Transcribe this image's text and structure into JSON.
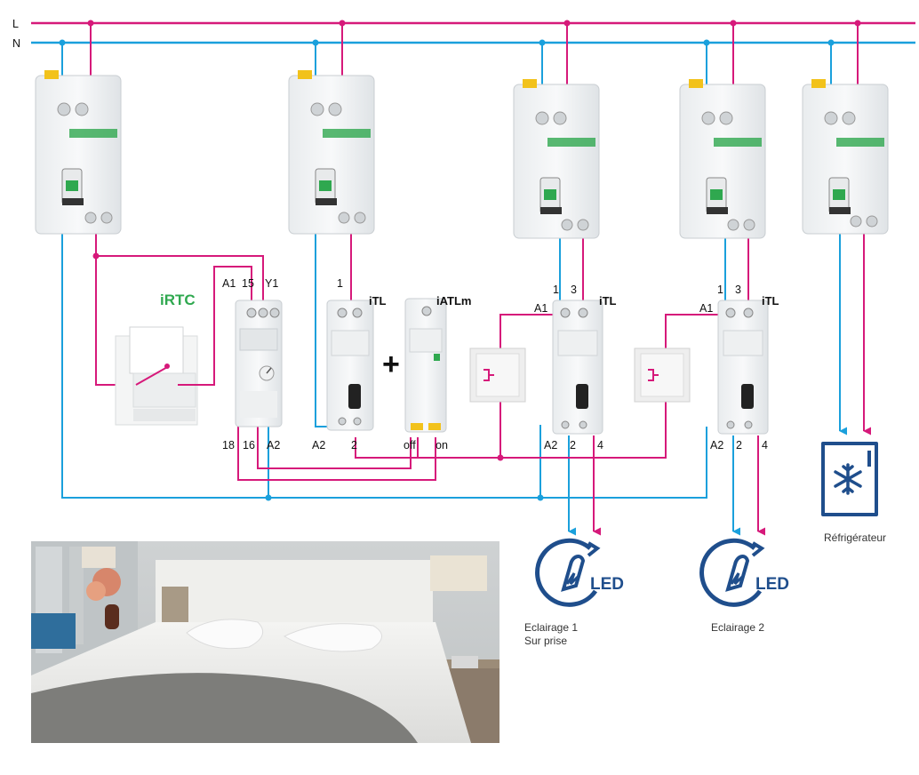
{
  "lines": {
    "live": "L",
    "neutral": "N"
  },
  "colors": {
    "live": "#d6197a",
    "neutral": "#1aa0dc",
    "icon": "#1f4e8c",
    "irtc": "#2fa84f"
  },
  "modules": {
    "irtc": {
      "title": "iRTC",
      "top_terminals": [
        "A1",
        "15",
        "Y1"
      ],
      "bottom_terminals": [
        "18",
        "16",
        "A2"
      ]
    },
    "itl_1": {
      "title": "iTL",
      "top_terminal": "1",
      "bottom_terminals": [
        "A2",
        "2"
      ]
    },
    "iatlm": {
      "title": "iATLm",
      "bottom_terminals": [
        "off",
        "on"
      ]
    },
    "itl_2": {
      "title": "iTL",
      "top_terminals": [
        "1",
        "3"
      ],
      "coil": "A1",
      "bottom_terminals": [
        "A2",
        "2",
        "4"
      ]
    },
    "itl_3": {
      "title": "iTL",
      "top_terminals": [
        "1",
        "3"
      ],
      "coil": "A1",
      "bottom_terminals": [
        "A2",
        "2",
        "4"
      ]
    },
    "plus": "+"
  },
  "loads": {
    "lighting_1": {
      "icon": "led-lighting-icon",
      "text": "LED",
      "caption": [
        "Eclairage 1",
        "Sur prise"
      ]
    },
    "lighting_2": {
      "icon": "led-lighting-icon",
      "text": "LED",
      "caption": [
        "Eclairage 2"
      ]
    },
    "fridge": {
      "icon": "refrigerator-icon",
      "caption": "Réfrigérateur"
    }
  },
  "photo": {
    "subject": "hotel-room-photo"
  }
}
